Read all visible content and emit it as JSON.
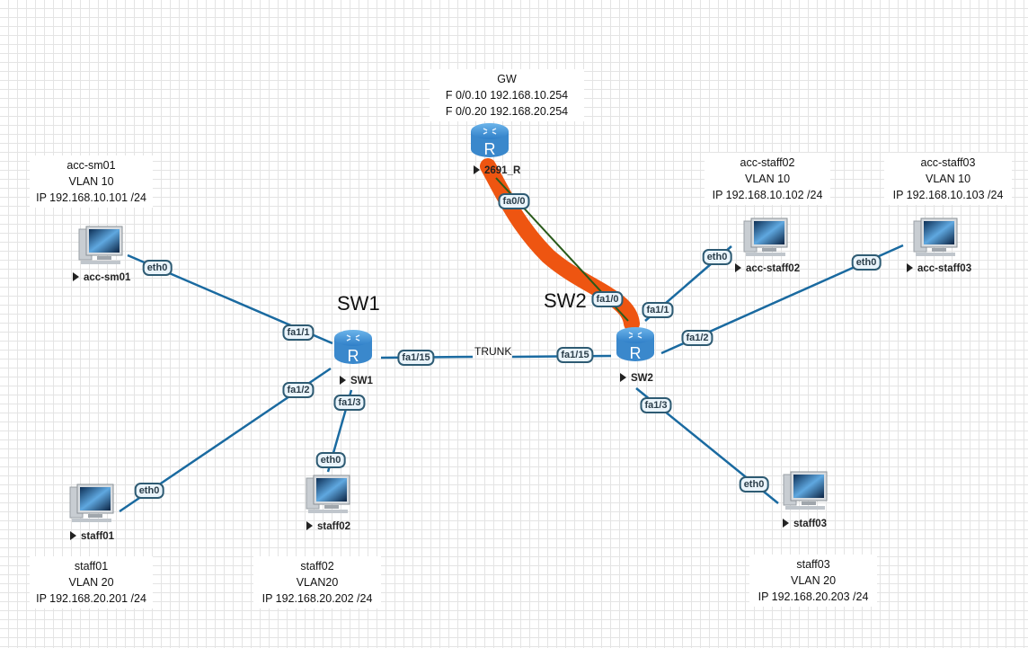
{
  "colors": {
    "link": "#1a6aa0",
    "highlight": "#ee5511",
    "highlight_core": "#2a5a1a"
  },
  "gateway": {
    "info": [
      "GW",
      "F 0/0.10 192.168.10.254",
      "F 0/0.20 192.168.20.254"
    ],
    "label": "2691_R",
    "icon": "router-icon",
    "port": "fa0/0"
  },
  "sw1": {
    "title": "SW1",
    "label": "SW1",
    "icon": "router-icon",
    "ports": {
      "p1": "fa1/1",
      "p2": "fa1/2",
      "p3": "fa1/3",
      "p15": "fa1/15"
    }
  },
  "sw2": {
    "title": "SW2",
    "label": "SW2",
    "icon": "router-icon",
    "ports": {
      "p0": "fa1/0",
      "p1": "fa1/1",
      "p2": "fa1/2",
      "p3": "fa1/3",
      "p15": "fa1/15"
    }
  },
  "trunk_label": "TRUNK",
  "hosts": {
    "acc_sm01": {
      "label": "acc-sm01",
      "port": "eth0",
      "info": [
        "acc-sm01",
        "VLAN 10",
        "IP 192.168.10.101 /24"
      ]
    },
    "acc_staff02": {
      "label": "acc-staff02",
      "port": "eth0",
      "info": [
        "acc-staff02",
        "VLAN 10",
        "IP 192.168.10.102 /24"
      ]
    },
    "acc_staff03": {
      "label": "acc-staff03",
      "port": "eth0",
      "info": [
        "acc-staff03",
        "VLAN 10",
        "IP 192.168.10.103 /24"
      ]
    },
    "staff01": {
      "label": "staff01",
      "port": "eth0",
      "info": [
        "staff01",
        "VLAN 20",
        "IP 192.168.20.201 /24"
      ]
    },
    "staff02": {
      "label": "staff02",
      "port": "eth0",
      "info": [
        "staff02",
        "VLAN20",
        "IP 192.168.20.202 /24"
      ]
    },
    "staff03": {
      "label": "staff03",
      "port": "eth0",
      "info": [
        "staff03",
        "VLAN 20",
        "IP 192.168.20.203 /24"
      ]
    }
  }
}
